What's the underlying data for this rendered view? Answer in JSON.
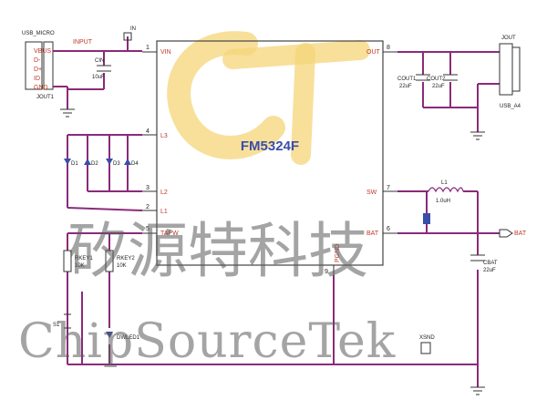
{
  "chip": {
    "name": "FM5324F",
    "pins": {
      "vin": "VIN",
      "out": "OUT",
      "l3": "L3",
      "l2": "L2",
      "l1": "L1",
      "tapw": "TAPW",
      "sw": "SW",
      "bat": "BAT",
      "pgnd": "PGND",
      "n1": "1",
      "n2": "2",
      "n3": "3",
      "n4": "4",
      "n5": "5",
      "n6": "6",
      "n7": "7",
      "n8": "8",
      "n9": "9"
    }
  },
  "usb_in": {
    "title": "USB_MICRO",
    "ref": "JOUT1",
    "pins": [
      "VBUS",
      "D-",
      "D+",
      "ID",
      "GND"
    ]
  },
  "jout": {
    "title": "JOUT",
    "ref": "USB_A4"
  },
  "nets": {
    "input": "INPUT",
    "in": "IN",
    "bat": "BAT"
  },
  "components": {
    "cin": "CIN",
    "cin_val": "10uF",
    "cout1": "COUT1",
    "cout1_val": "22uF",
    "cout2": "COUT2",
    "cout2_val": "22uF",
    "l1": "L1",
    "l1_val": "1.0uH",
    "cbat": "CBAT",
    "cbat_val": "22uF",
    "d1": "D1",
    "d2": "D2",
    "d3": "D3",
    "d4": "D4",
    "r1": "RKEY1",
    "r1_val": "10K",
    "r2": "RKEY2",
    "r2_val": "10K",
    "s1": "S1",
    "led": "DWLED1",
    "q": "XSND"
  },
  "watermark": {
    "cn": "矽源特科技",
    "en": "ChipSourceTek"
  },
  "colors": {
    "wire": "#8b2a7a",
    "pin_label": "#c0392b",
    "title": "#3b4ea8",
    "logo": "#f6d57a"
  }
}
